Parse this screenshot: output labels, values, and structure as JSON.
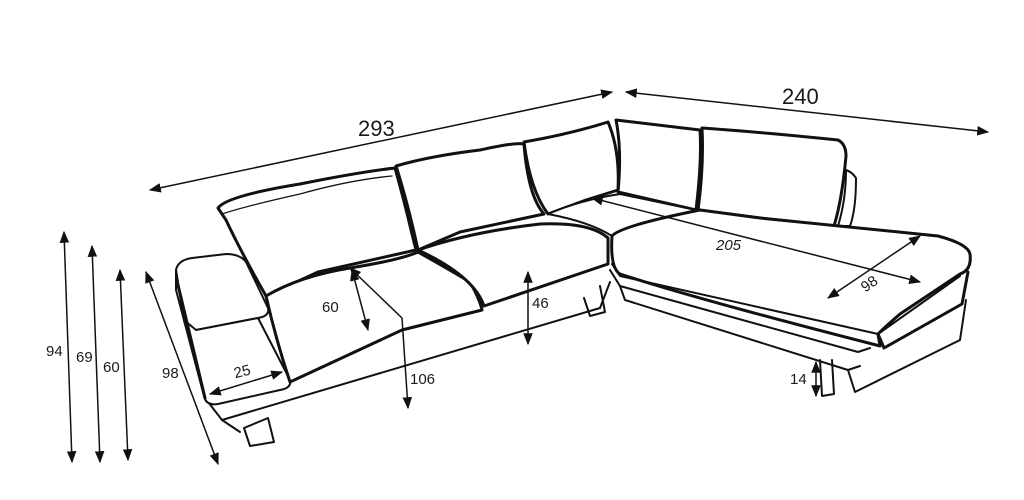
{
  "dimensions": {
    "total_length": "293",
    "chaise_length": "240",
    "chaise_seat_length": "205",
    "chaise_depth": "98",
    "total_height": "94",
    "arm_height": "69",
    "back_height": "60",
    "depth": "98",
    "armrest_width": "25",
    "cushion_depth": "60",
    "seat_depth": "106",
    "seat_height": "46",
    "leg_height": "14"
  }
}
